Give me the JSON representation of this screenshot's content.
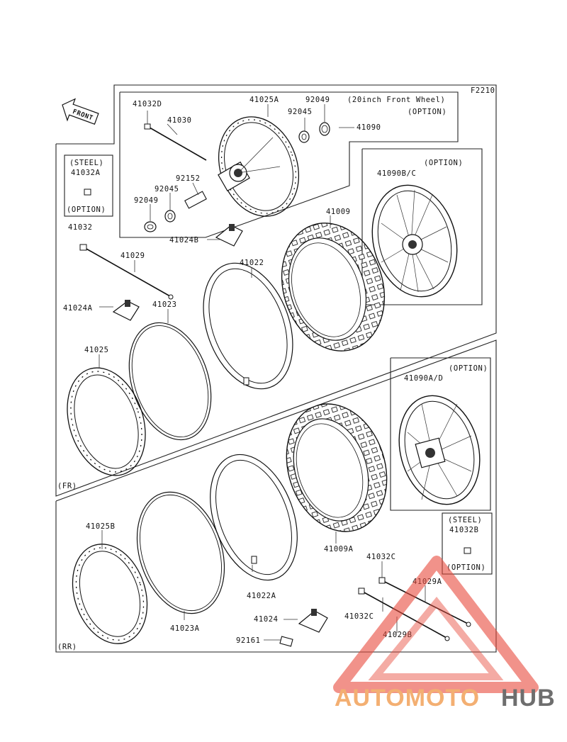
{
  "figure_code": "F2210",
  "front_arrow_label": "FRONT",
  "section_labels": {
    "front": "(FR)",
    "rear": "(RR)"
  },
  "option_20inch": {
    "line1": "(20inch Front Wheel)",
    "line2": "(OPTION)"
  },
  "option_41090bc": {
    "line1": "(OPTION)",
    "part": "41090B/C"
  },
  "option_41090ad": {
    "line1": "(OPTION)",
    "part": "41090A/D"
  },
  "steel_left": {
    "line1": "(STEEL)",
    "part": "41032A",
    "line3": "(OPTION)"
  },
  "steel_right": {
    "line1": "(STEEL)",
    "part": "41032B",
    "line3": "(OPTION)"
  },
  "parts": {
    "p41032D": "41032D",
    "p41030": "41030",
    "p41025A": "41025A",
    "p92049a": "92049",
    "p92045a": "92045",
    "p41090": "41090",
    "p92152": "92152",
    "p92045b": "92045",
    "p92049b": "92049",
    "p41024B": "41024B",
    "p41009": "41009",
    "p41032": "41032",
    "p41029": "41029",
    "p41022": "41022",
    "p41024A": "41024A",
    "p41023": "41023",
    "p41025": "41025",
    "p41025B": "41025B",
    "p41023A": "41023A",
    "p41022A": "41022A",
    "p41009A": "41009A",
    "p41032Ca": "41032C",
    "p41029A": "41029A",
    "p41032Cb": "41032C",
    "p41029B": "41029B",
    "p41024": "41024",
    "p92161": "92161"
  },
  "watermark": {
    "part1": "AUTOMOTO",
    "part2": "HUB",
    "color1": "#f2a25a",
    "color2": "#555555",
    "logo_color": "#e84a3c"
  }
}
